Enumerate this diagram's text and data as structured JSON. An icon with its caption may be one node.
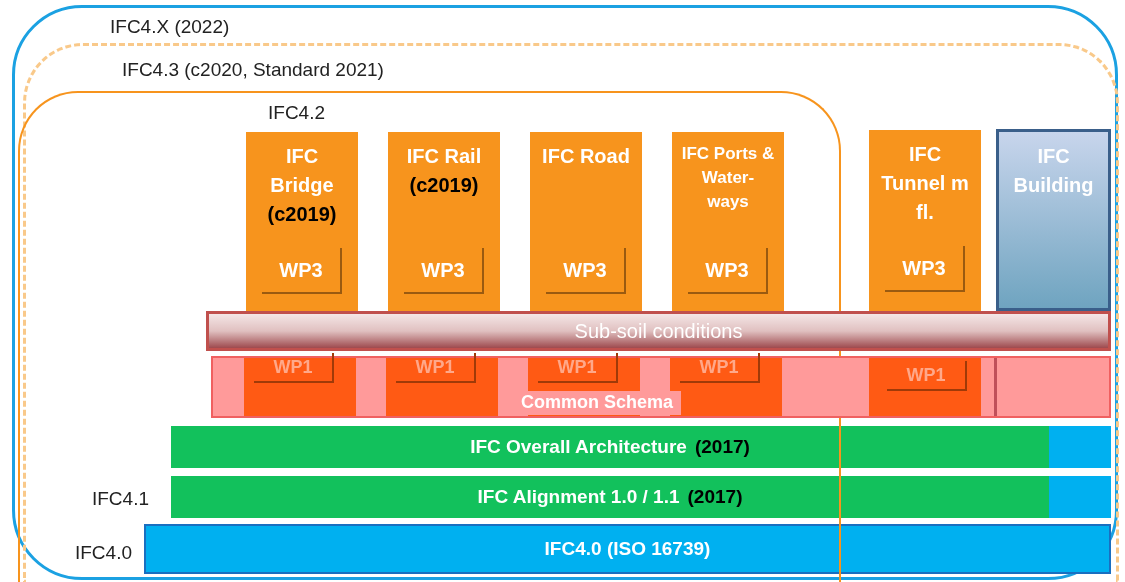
{
  "diagram": {
    "nodes": [
      {
        "text": [
          "IFC4.X (2022)"
        ]
      },
      {
        "text": [
          "IFC4.3 (c2020, Standard 2021)"
        ],
        "in": 0
      },
      {
        "text": [
          "IFC4.2"
        ],
        "in": 1
      },
      {
        "text": [
          "IFC Bridge",
          "(c2019)"
        ],
        "in": 2
      },
      {
        "text": [
          "WP3"
        ],
        "in": 3
      },
      {
        "text": [
          "IFC Rail",
          "(c2019)"
        ],
        "in": 2
      },
      {
        "text": [
          "WP3"
        ],
        "in": 5
      },
      {
        "text": [
          "IFC Road"
        ],
        "in": 2
      },
      {
        "text": [
          "WP3"
        ],
        "in": 7
      },
      {
        "text": [
          "IFC Ports & Water- ways"
        ],
        "in": 2
      },
      {
        "text": [
          "WP3"
        ],
        "in": 9
      },
      {
        "text": [
          "IFC Tunnel m fl."
        ],
        "in": 1
      },
      {
        "text": [
          "WP3"
        ],
        "in": 11
      },
      {
        "text": [
          "IFC Building"
        ],
        "in": 1
      },
      {
        "text": [
          "Sub-soil conditions"
        ],
        "in": 1
      },
      {
        "text": [
          "Common Schema"
        ],
        "in": 1
      },
      {
        "text": [
          "WP1"
        ]
      },
      {
        "text": [
          "WP1"
        ]
      },
      {
        "text": [
          "WP1"
        ]
      },
      {
        "text": [
          "WP1"
        ]
      },
      {
        "text": [
          "WP1"
        ],
        "in": 15
      },
      {
        "text": [
          "IFC Overall Architecture",
          "(2017)"
        ],
        "in": 1
      },
      {
        "text": [
          "IFC Alignment 1.0 / 1.1",
          "(2017)"
        ],
        "in": 1,
        "beside": [
          "IFC4.1"
        ]
      },
      {
        "text": [
          "IFC4.0 (ISO 16739)"
        ],
        "in": 1,
        "beside": [
          "IFC4.0"
        ]
      }
    ]
  }
}
